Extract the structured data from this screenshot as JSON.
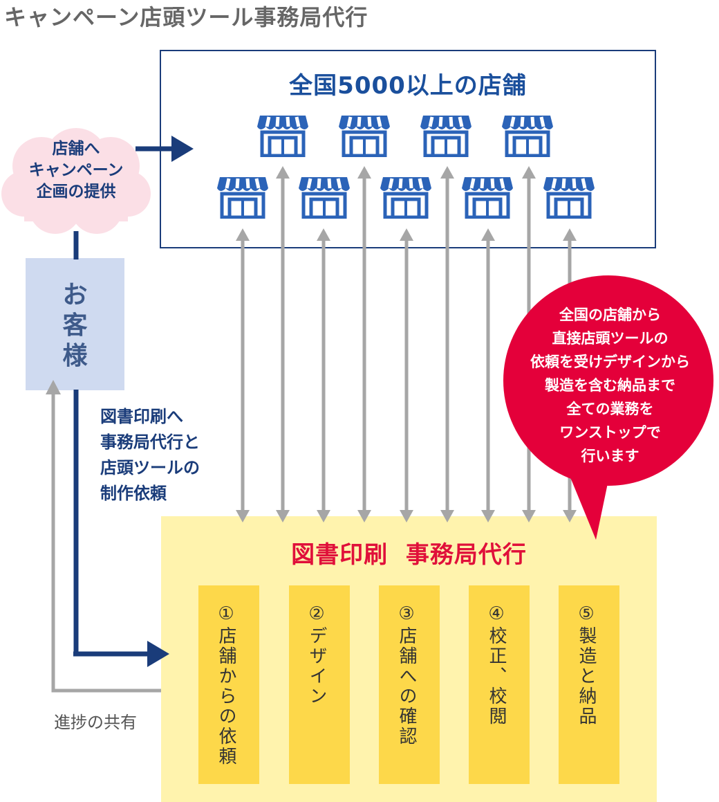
{
  "page_title": "キャンペーン店頭ツール事務局代行",
  "stores": {
    "title": "全国5000以上の店舗"
  },
  "cloud": {
    "lines": [
      "店舗へ",
      "キャンペーン",
      "企画の提供"
    ]
  },
  "customer": {
    "label": "お客様"
  },
  "request": {
    "lines": [
      "図書印刷へ",
      "事務局代行と",
      "店頭ツールの",
      "制作依頼"
    ]
  },
  "progress": {
    "label": "進捗の共有"
  },
  "office": {
    "title": "図書印刷  事務局代行",
    "steps": [
      "①店舗からの依頼",
      "②デザイン",
      "③店舗への確認",
      "④校正、校閲",
      "⑤製造と納品"
    ]
  },
  "bubble": {
    "lines": [
      "全国の店舗から",
      "直接店頭ツールの",
      "依頼を受けデザインから",
      "製造を含む納品まで",
      "全ての業務を",
      "ワンストップで",
      "行います"
    ]
  },
  "colors": {
    "navy": "#1a3c7a",
    "store_blue": "#2b63b8",
    "red": "#e4003a",
    "gray_arrow": "#a6a6a6",
    "yellow_bg": "#fff3ad",
    "yellow_step": "#fdd84a",
    "customer_bg": "#cfdaf0",
    "cloud_pink": "#fbdfe6"
  }
}
